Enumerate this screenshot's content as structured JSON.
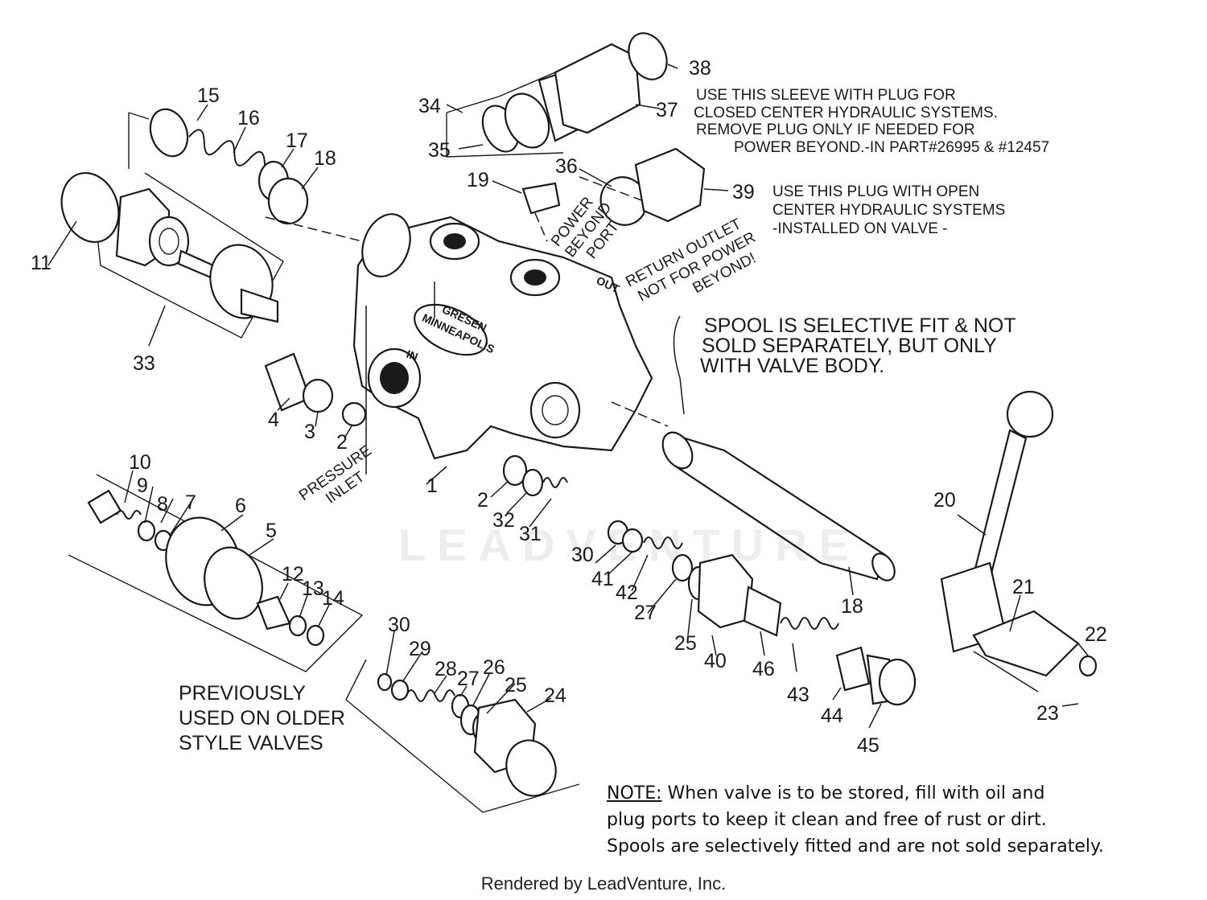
{
  "part_numbers": {
    "p1": "1",
    "p2a": "2",
    "p2b": "2",
    "p3": "3",
    "p4": "4",
    "p5": "5",
    "p6": "6",
    "p7": "7",
    "p8": "8",
    "p9": "9",
    "p10": "10",
    "p11": "11",
    "p12": "12",
    "p13": "13",
    "p14": "14",
    "p15": "15",
    "p16": "16",
    "p17": "17",
    "p18a": "18",
    "p18b": "18",
    "p19": "19",
    "p20": "20",
    "p21": "21",
    "p22": "22",
    "p23": "23",
    "p24": "24",
    "p25a": "25",
    "p25b": "25",
    "p26": "26",
    "p27a": "27",
    "p27b": "27",
    "p28": "28",
    "p29": "29",
    "p30a": "30",
    "p30b": "30",
    "p31": "31",
    "p32": "32",
    "p33": "33",
    "p34": "34",
    "p35": "35",
    "p36": "36",
    "p37": "37",
    "p38": "38",
    "p39": "39",
    "p40": "40",
    "p41": "41",
    "p42": "42",
    "p43": "43",
    "p44": "44",
    "p45": "45",
    "p46": "46"
  },
  "callouts": {
    "sleeve_note": [
      "USE THIS SLEEVE WITH PLUG FOR",
      "CLOSED CENTER HYDRAULIC SYSTEMS.",
      "REMOVE PLUG ONLY IF NEEDED FOR",
      "POWER BEYOND.-IN PART#26995 & #12457"
    ],
    "plug_note": [
      "USE THIS PLUG WITH OPEN",
      "CENTER HYDRAULIC SYSTEMS",
      "-INSTALLED ON VALVE -"
    ],
    "power_beyond_port": [
      "POWER",
      "BEYOND",
      "PORT"
    ],
    "return_outlet": [
      "RETURN OUTLET",
      "NOT FOR POWER",
      "BEYOND!"
    ],
    "spool_note": [
      "SPOOL IS SELECTIVE FIT & NOT",
      "SOLD SEPARATELY, BUT ONLY",
      "WITH VALVE BODY."
    ],
    "pressure_inlet": [
      "PRESSURE",
      "INLET"
    ],
    "previously_used": [
      "PREVIOUSLY",
      "USED ON OLDER",
      "STYLE VALVES"
    ]
  },
  "valve_body_marks": {
    "brand_line1": "GRESEN",
    "brand_line2": "MINNEAPOLIS",
    "in_mark": "IN",
    "out_mark": "OUT"
  },
  "note": {
    "heading": "NOTE:",
    "line1": "When valve is to be stored, fill with oil and",
    "line2": "plug ports to keep it clean and free of rust or dirt.",
    "line3": "Spools are selectively fitted and are not sold separately."
  },
  "watermark": "LEADVENTURE",
  "footer": "Rendered by LeadVenture, Inc."
}
